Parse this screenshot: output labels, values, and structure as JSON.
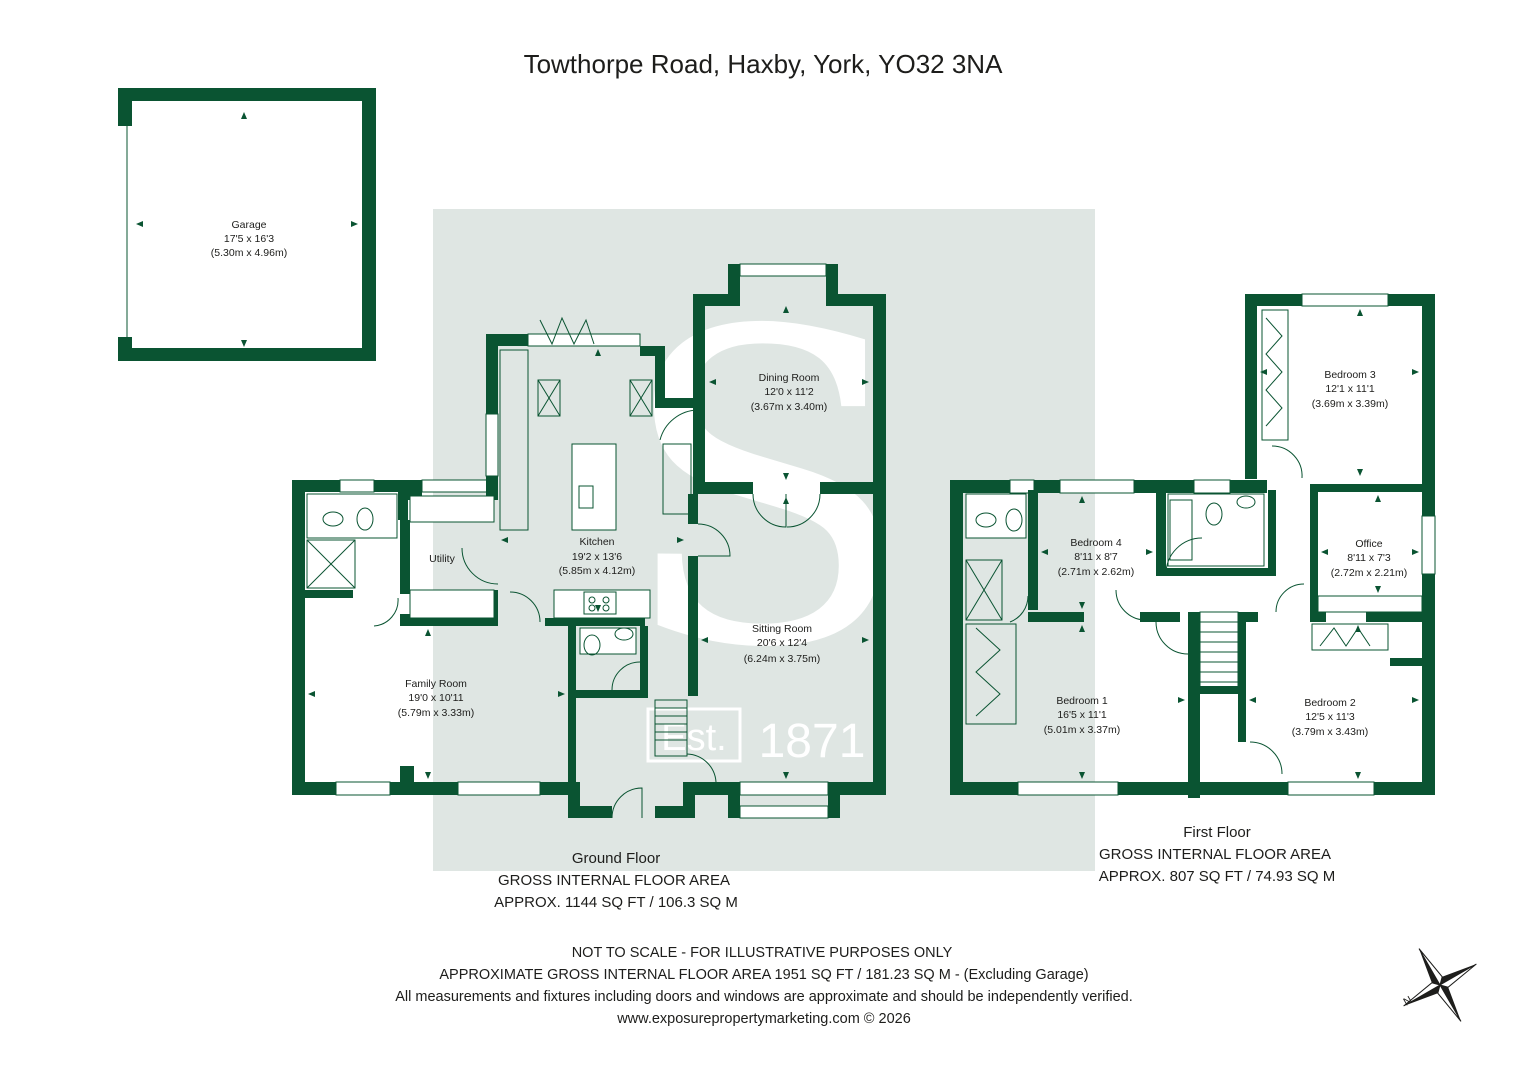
{
  "title": "Towthorpe Road, Haxby, York, YO32 3NA",
  "rooms": {
    "garage": {
      "name": "Garage",
      "imperial": "17'5 x 16'3",
      "metric": "(5.30m x 4.96m)"
    },
    "dining": {
      "name": "Dining Room",
      "imperial": "12'0 x 11'2",
      "metric": "(3.67m x 3.40m)"
    },
    "kitchen": {
      "name": "Kitchen",
      "imperial": "19'2 x 13'6",
      "metric": "(5.85m x 4.12m)"
    },
    "utility": {
      "name": "Utility"
    },
    "sitting": {
      "name": "Sitting Room",
      "imperial": "20'6 x 12'4",
      "metric": "(6.24m x 3.75m)"
    },
    "family": {
      "name": "Family Room",
      "imperial": "19'0 x 10'11",
      "metric": "(5.79m x 3.33m)"
    },
    "bed3": {
      "name": "Bedroom 3",
      "imperial": "12'1 x 11'1",
      "metric": "(3.69m x 3.39m)"
    },
    "bed4": {
      "name": "Bedroom 4",
      "imperial": "8'11 x 8'7",
      "metric": "(2.71m x 2.62m)"
    },
    "office": {
      "name": "Office",
      "imperial": "8'11 x 7'3",
      "metric": "(2.72m x 2.21m)"
    },
    "bed1": {
      "name": "Bedroom 1",
      "imperial": "16'5 x 11'1",
      "metric": "(5.01m x 3.37m)"
    },
    "bed2": {
      "name": "Bedroom 2",
      "imperial": "12'5 x 11'3",
      "metric": "(3.79m x 3.43m)"
    }
  },
  "watermark": {
    "letter": "S",
    "est": "Est.",
    "year": "1871"
  },
  "ground_floor": {
    "name": "Ground Floor",
    "area_label": "GROSS INTERNAL FLOOR AREA",
    "area": "APPROX. 1144 SQ FT / 106.3 SQ M"
  },
  "first_floor": {
    "name": "First Floor",
    "area_label": "GROSS INTERNAL FLOOR AREA",
    "area": "APPROX. 807 SQ FT / 74.93 SQ M"
  },
  "footer": {
    "line1": "NOT TO SCALE - FOR ILLUSTRATIVE PURPOSES ONLY",
    "line2": "APPROXIMATE GROSS INTERNAL FLOOR AREA 1951 SQ FT / 181.23 SQ M - (Excluding Garage)",
    "line3": "All measurements and fixtures including doors and windows are approximate and should be independently verified.",
    "line4": "www.exposurepropertymarketing.com © 2026"
  },
  "compass": {
    "north_label": "N"
  },
  "colors": {
    "wall": "#0a5432",
    "watermark_bg": "#dfe6e3",
    "text": "#1d1d1b"
  }
}
